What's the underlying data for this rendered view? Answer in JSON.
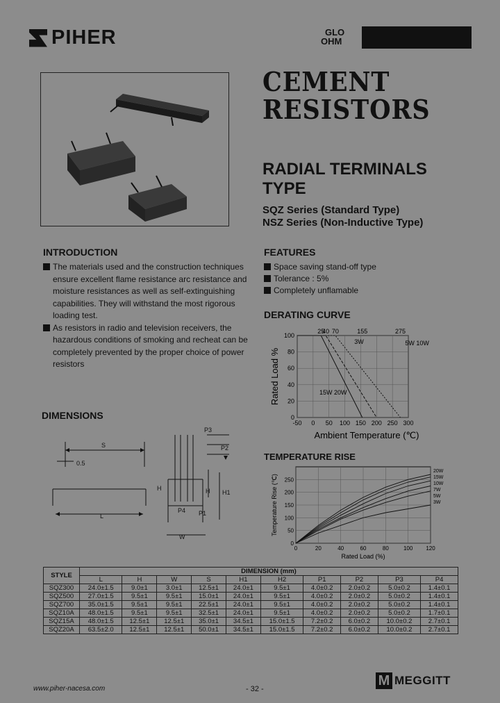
{
  "header": {
    "brand": "PIHER",
    "glo_line1": "GLO",
    "glo_line2": "OHM"
  },
  "title": {
    "line1": "CEMENT",
    "line2": "RESISTORS"
  },
  "subtitle": {
    "line1": "RADIAL TERMINALS",
    "line2": "TYPE"
  },
  "series": {
    "sqz": "SQZ Series (Standard Type)",
    "nsz": "NSZ Series (Non-Inductive Type)"
  },
  "introduction": {
    "heading": "INTRODUCTION",
    "p1": "The materials used and the construction techniques ensure excellent flame resistance arc resistance and moisture resistances as well as self-extinguishing capabilities. They will withstand the most rigorous loading test.",
    "p2": "As resistors in radio and television receivers, the hazardous conditions of smoking and recheat can be completely prevented by the proper choice of power resistors"
  },
  "features": {
    "heading": "FEATURES",
    "items": [
      "Space saving stand-off type",
      "Tolerance : 5%",
      "Completely unflamable"
    ]
  },
  "dimensions": {
    "heading": "DIMENSIONS",
    "labels": {
      "s": "S",
      "gap": "0.5",
      "l": "L",
      "w": "W",
      "h": "H",
      "h1": "H1",
      "p1": "P1",
      "p2": "P2",
      "p3": "P3",
      "p4": "P4"
    }
  },
  "derating": {
    "heading": "DERATING CURVE",
    "chart_data": {
      "type": "line",
      "title": "DERATING CURVE",
      "xlabel": "Ambient Temperature (℃)",
      "ylabel": "Rated Load %",
      "xlim": [
        -50,
        300
      ],
      "ylim": [
        0,
        100
      ],
      "xticks": [
        -50,
        0,
        50,
        100,
        150,
        200,
        250,
        300
      ],
      "yticks": [
        0,
        20,
        40,
        60,
        80,
        100
      ],
      "top_ticks": [
        "25",
        "40",
        "70",
        "155",
        "275"
      ],
      "series": [
        {
          "name": "15W 20W",
          "x": [
            25,
            155
          ],
          "y": [
            100,
            0
          ]
        },
        {
          "name": "3W",
          "x": [
            40,
            200
          ],
          "y": [
            100,
            0
          ]
        },
        {
          "name": "5W 10W",
          "x": [
            70,
            275
          ],
          "y": [
            100,
            0
          ]
        }
      ],
      "grid": true
    }
  },
  "temprise": {
    "heading": "TEMPERATURE RISE",
    "chart_data": {
      "type": "line",
      "title": "TEMPERATURE RISE",
      "xlabel": "Rated Load (%)",
      "ylabel": "Temperature Rise (℃)",
      "xlim": [
        0,
        120
      ],
      "ylim": [
        0,
        300
      ],
      "xticks": [
        0,
        20,
        40,
        60,
        80,
        100,
        120
      ],
      "yticks": [
        0,
        50,
        100,
        150,
        200,
        250
      ],
      "series": [
        {
          "name": "20W",
          "x": [
            0,
            20,
            40,
            60,
            80,
            100,
            120
          ],
          "y": [
            0,
            70,
            130,
            180,
            220,
            250,
            270
          ]
        },
        {
          "name": "15W",
          "x": [
            0,
            20,
            40,
            60,
            80,
            100,
            120
          ],
          "y": [
            0,
            65,
            120,
            170,
            210,
            240,
            260
          ]
        },
        {
          "name": "10W",
          "x": [
            0,
            20,
            40,
            60,
            80,
            100,
            120
          ],
          "y": [
            0,
            60,
            110,
            155,
            195,
            225,
            245
          ]
        },
        {
          "name": "7W",
          "x": [
            0,
            20,
            40,
            60,
            80,
            100,
            120
          ],
          "y": [
            0,
            55,
            100,
            140,
            175,
            205,
            225
          ]
        },
        {
          "name": "5W",
          "x": [
            0,
            20,
            40,
            60,
            80,
            100,
            120
          ],
          "y": [
            0,
            50,
            95,
            130,
            160,
            185,
            205
          ]
        },
        {
          "name": "3W",
          "x": [
            0,
            20,
            40,
            60,
            80,
            100,
            120
          ],
          "y": [
            0,
            40,
            70,
            100,
            120,
            135,
            150
          ]
        }
      ],
      "grid": true
    }
  },
  "table": {
    "style_header": "STYLE",
    "dimension_header": "DIMENSION (mm)",
    "columns": [
      "L",
      "H",
      "W",
      "S",
      "H1",
      "H2",
      "P1",
      "P2",
      "P3",
      "P4"
    ],
    "rows": [
      [
        "SQZ300",
        "24.0±1.5",
        "9.0±1",
        "3.0±1",
        "12.5±1",
        "24.0±1",
        "9.5±1",
        "4.0±0.2",
        "2.0±0.2",
        "5.0±0.2",
        "1.4±0.1"
      ],
      [
        "SQZ500",
        "27.0±1.5",
        "9.5±1",
        "9.5±1",
        "15.0±1",
        "24.0±1",
        "9.5±1",
        "4.0±0.2",
        "2.0±0.2",
        "5.0±0.2",
        "1.4±0.1"
      ],
      [
        "SQZ700",
        "35.0±1.5",
        "9.5±1",
        "9.5±1",
        "22.5±1",
        "24.0±1",
        "9.5±1",
        "4.0±0.2",
        "2.0±0.2",
        "5.0±0.2",
        "1.4±0.1"
      ],
      [
        "SQZ10A",
        "48.0±1.5",
        "9.5±1",
        "9.5±1",
        "32.5±1",
        "24.0±1",
        "9.5±1",
        "4.0±0.2",
        "2.0±0.2",
        "5.0±0.2",
        "1.7±0.1"
      ],
      [
        "SQZ15A",
        "48.0±1.5",
        "12.5±1",
        "12.5±1",
        "35.0±1",
        "34.5±1",
        "15.0±1.5",
        "7.2±0.2",
        "6.0±0.2",
        "10.0±0.2",
        "2.7±0.1"
      ],
      [
        "SQZ20A",
        "63.5±2.0",
        "12.5±1",
        "12.5±1",
        "50.0±1",
        "34.5±1",
        "15.0±1.5",
        "7.2±0.2",
        "6.0±0.2",
        "10.0±0.2",
        "2.7±0.1"
      ]
    ]
  },
  "footer": {
    "url": "www.piher-nacesa.com",
    "page": "- 32 -",
    "brand": "MEGGITT",
    "brand_mark": "M"
  }
}
